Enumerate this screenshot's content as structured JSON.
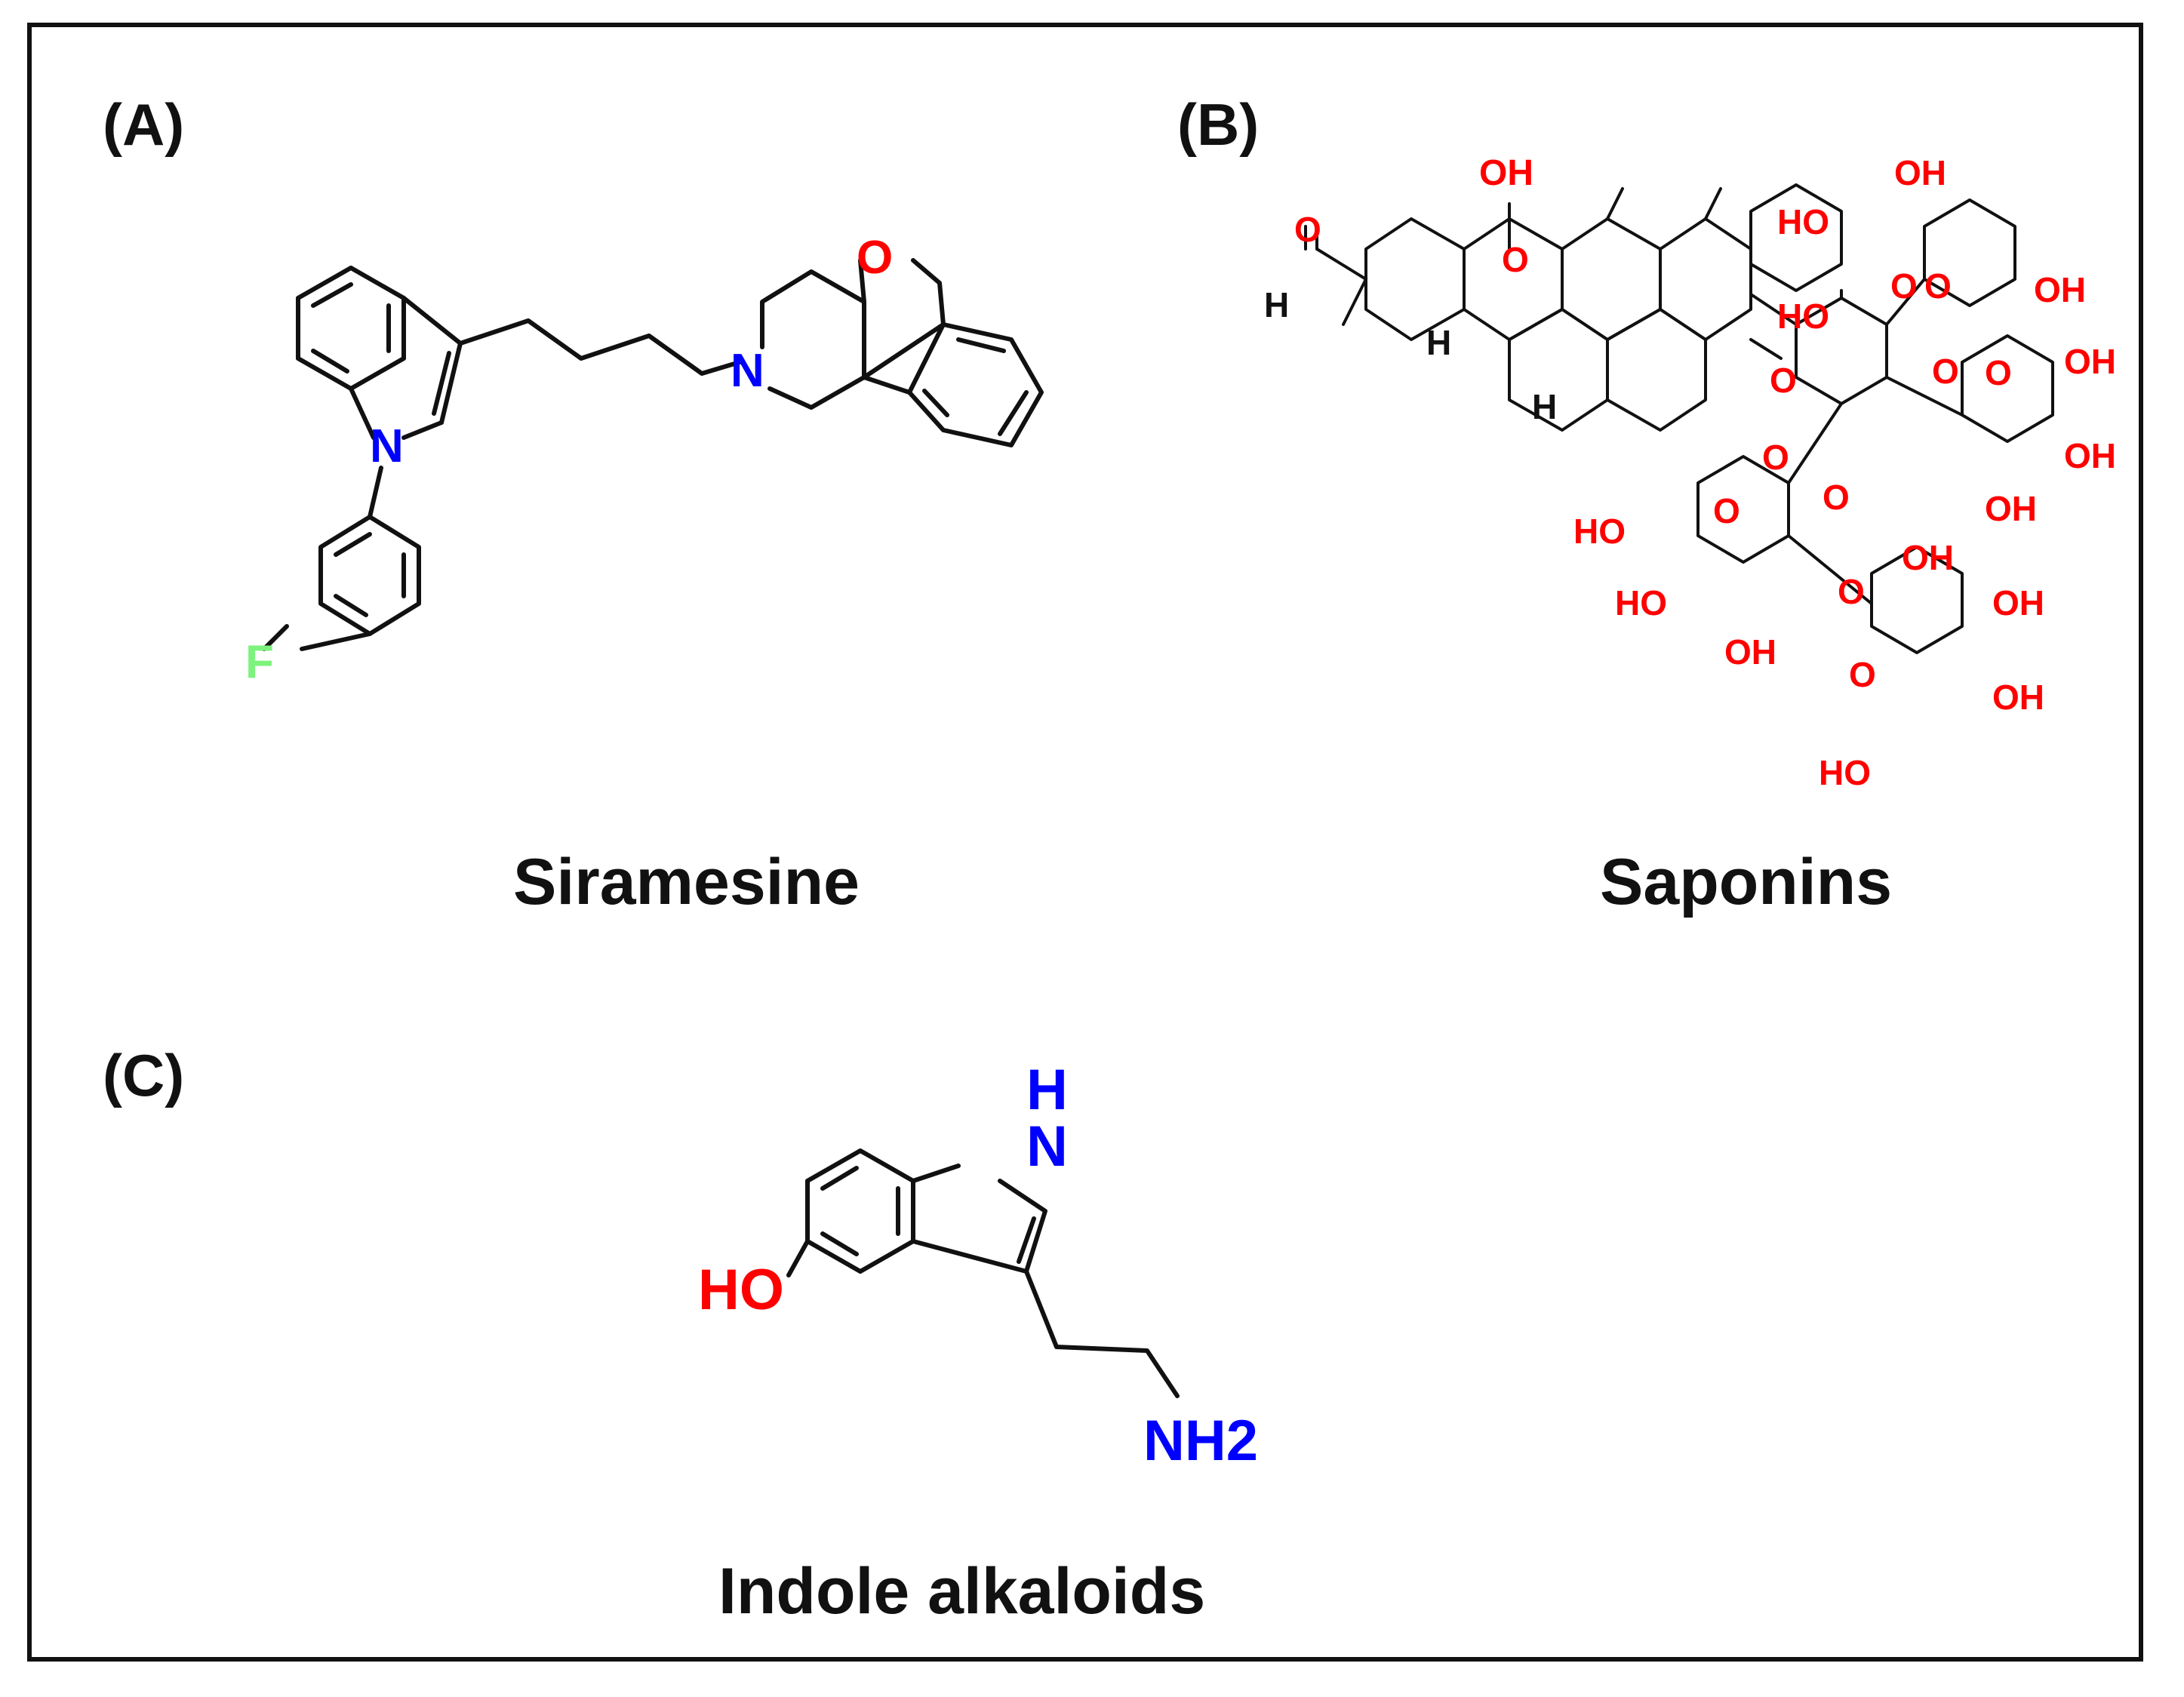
{
  "panels": [
    {
      "label": "(A)",
      "name": "Siramesine"
    },
    {
      "label": "(B)",
      "name": "Saponins"
    },
    {
      "label": "(C)",
      "name": "Indole alkaloids"
    }
  ],
  "atoms": {
    "siramesine": {
      "n_indole": "N",
      "n_piperidine": "N",
      "o_ring": "O",
      "f": "F"
    },
    "saponin": {
      "oh": "OH",
      "ho": "HO",
      "o": "O",
      "h": "H"
    },
    "indole": {
      "nh_h": "H",
      "nh_n": "N",
      "oh": "HO",
      "nh2": "NH2"
    }
  },
  "colors": {
    "carbon": "#111111",
    "oxygen": "#ff0000",
    "nitrogen": "#0000ff",
    "fluorine": "#7df27d"
  }
}
